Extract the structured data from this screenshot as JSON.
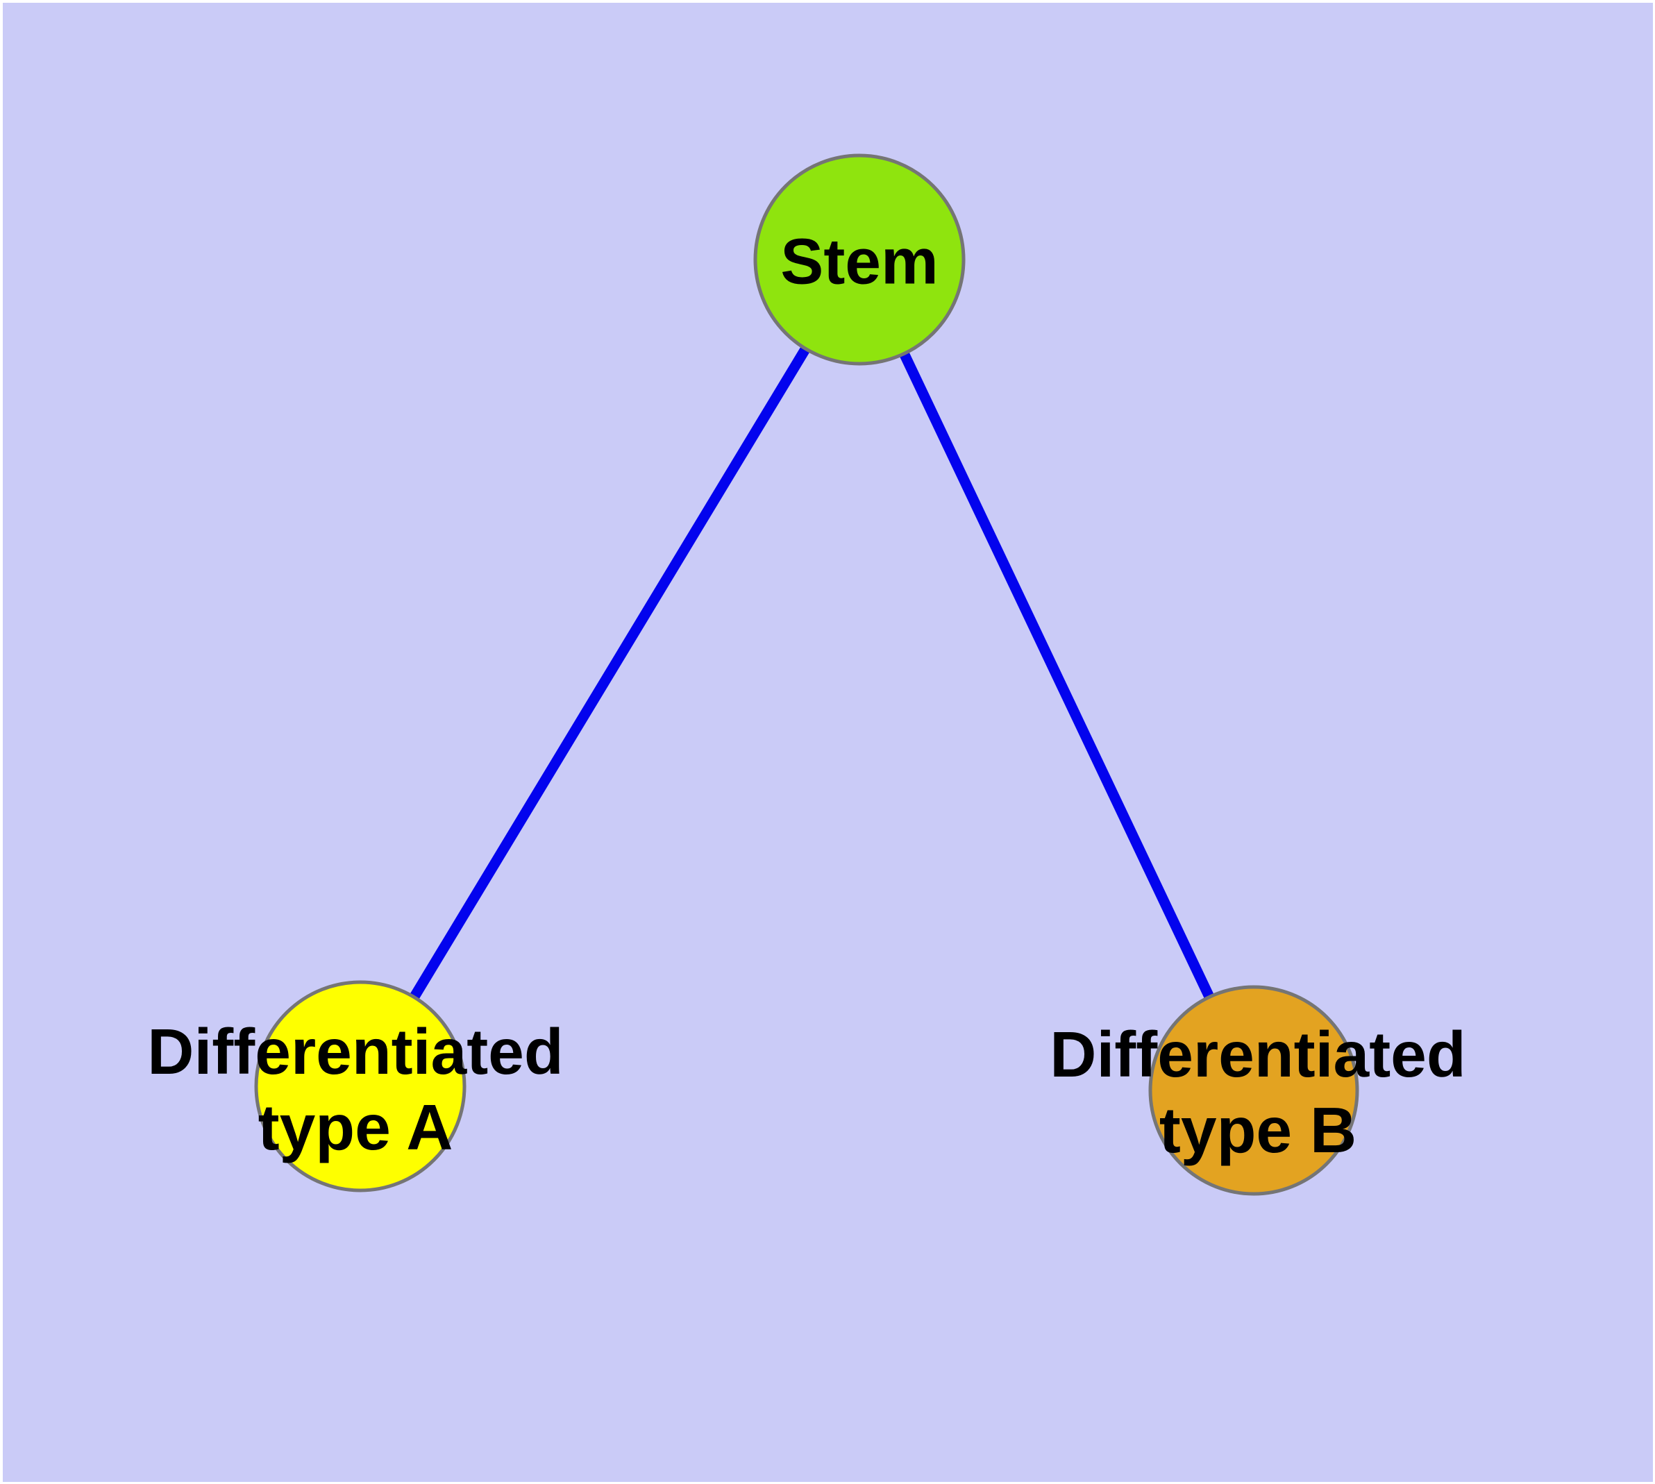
{
  "diagram": {
    "background_color": "#cacbf7",
    "node_border_color": "#757575",
    "edge_color": "#0303ee",
    "text_color": "#000000",
    "nodes": [
      {
        "id": "stem",
        "label": "Stem",
        "fill_color": "#8fe40e"
      },
      {
        "id": "differentiated-type-a",
        "label_line1": "Differentiated",
        "label_line2": "type A",
        "fill_color": "#feff00"
      },
      {
        "id": "differentiated-type-b",
        "label_line1": "Differentiated",
        "label_line2": "type B",
        "fill_color": "#e3a321"
      }
    ],
    "edges": [
      {
        "from": "Stem",
        "to": "Differentiated type A"
      },
      {
        "from": "Stem",
        "to": "Differentiated type B"
      }
    ]
  }
}
